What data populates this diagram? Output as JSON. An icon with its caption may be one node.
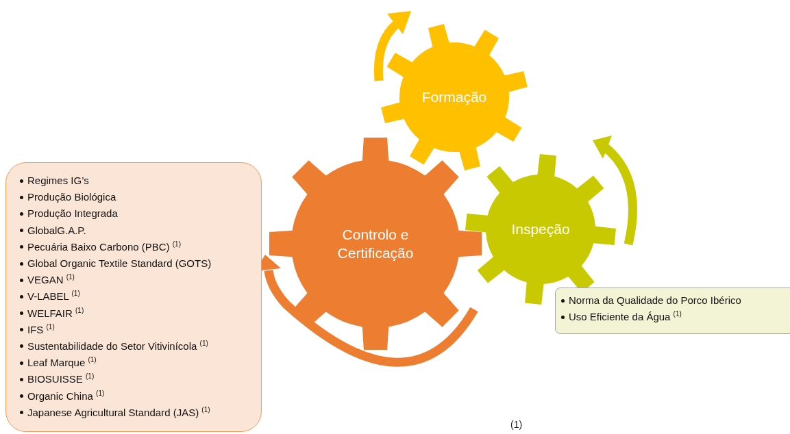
{
  "diagram": {
    "nodes": [
      {
        "text": [
          "Formação"
        ]
      },
      {
        "text": [
          "Controlo e Certificação"
        ]
      },
      {
        "text": [
          "Inspeção"
        ]
      },
      {
        "text": [
          "Regimes IG’s",
          "Produção Biológica",
          "Produção Integrada",
          "GlobalG.A.P.",
          "Pecuária Baixo Carbono (PBC) $^{(1)}$",
          "Global Organic Textile Standard (GOTS)",
          "VEGAN $^{(1)}$",
          "V-LABEL $^{(1)}$",
          "WELFAIR $^{(1)}$",
          "IFS $^{(1)}$",
          "Sustentabilidade do Setor Vitivinícola $^{(1)}$",
          "Leaf Marque $^{(1)}$",
          "BIOSUISSE $^{(1)}$",
          "Organic China $^{(1)}$",
          "Japanese Agricultural Standard (JAS) $^{(1)}$"
        ]
      },
      {
        "text": [
          "Norma da Qualidade do Porco Ibérico",
          "Uso Eficiente da Água $^{(1)}$"
        ]
      }
    ],
    "edges": [],
    "labels": [
      "(1)"
    ]
  }
}
